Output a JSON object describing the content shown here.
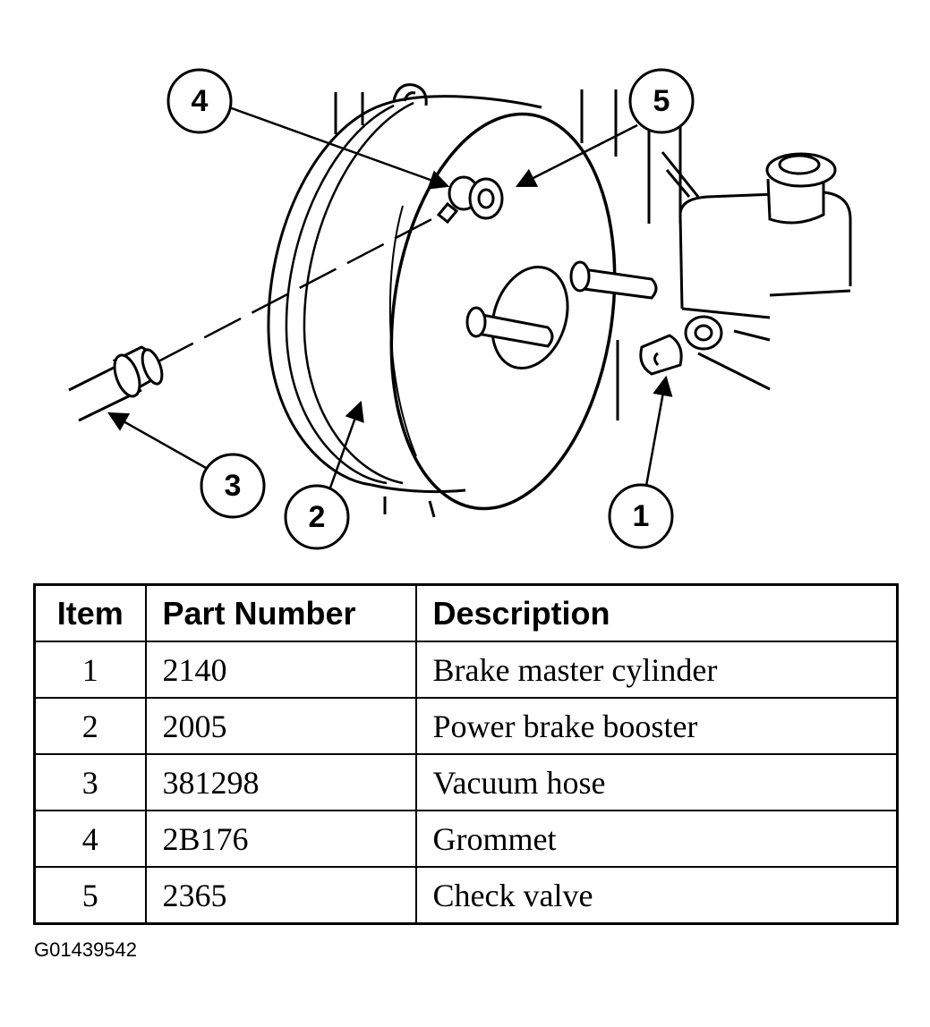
{
  "callouts": [
    "1",
    "2",
    "3",
    "4",
    "5"
  ],
  "table": {
    "headers": {
      "item": "Item",
      "part_number": "Part Number",
      "description": "Description"
    },
    "rows": [
      {
        "item": "1",
        "part_number": "2140",
        "description": "Brake master cylinder"
      },
      {
        "item": "2",
        "part_number": "2005",
        "description": "Power brake booster"
      },
      {
        "item": "3",
        "part_number": "381298",
        "description": "Vacuum hose"
      },
      {
        "item": "4",
        "part_number": "2B176",
        "description": "Grommet"
      },
      {
        "item": "5",
        "part_number": "2365",
        "description": "Check valve"
      }
    ]
  },
  "figure_id": "G01439542"
}
